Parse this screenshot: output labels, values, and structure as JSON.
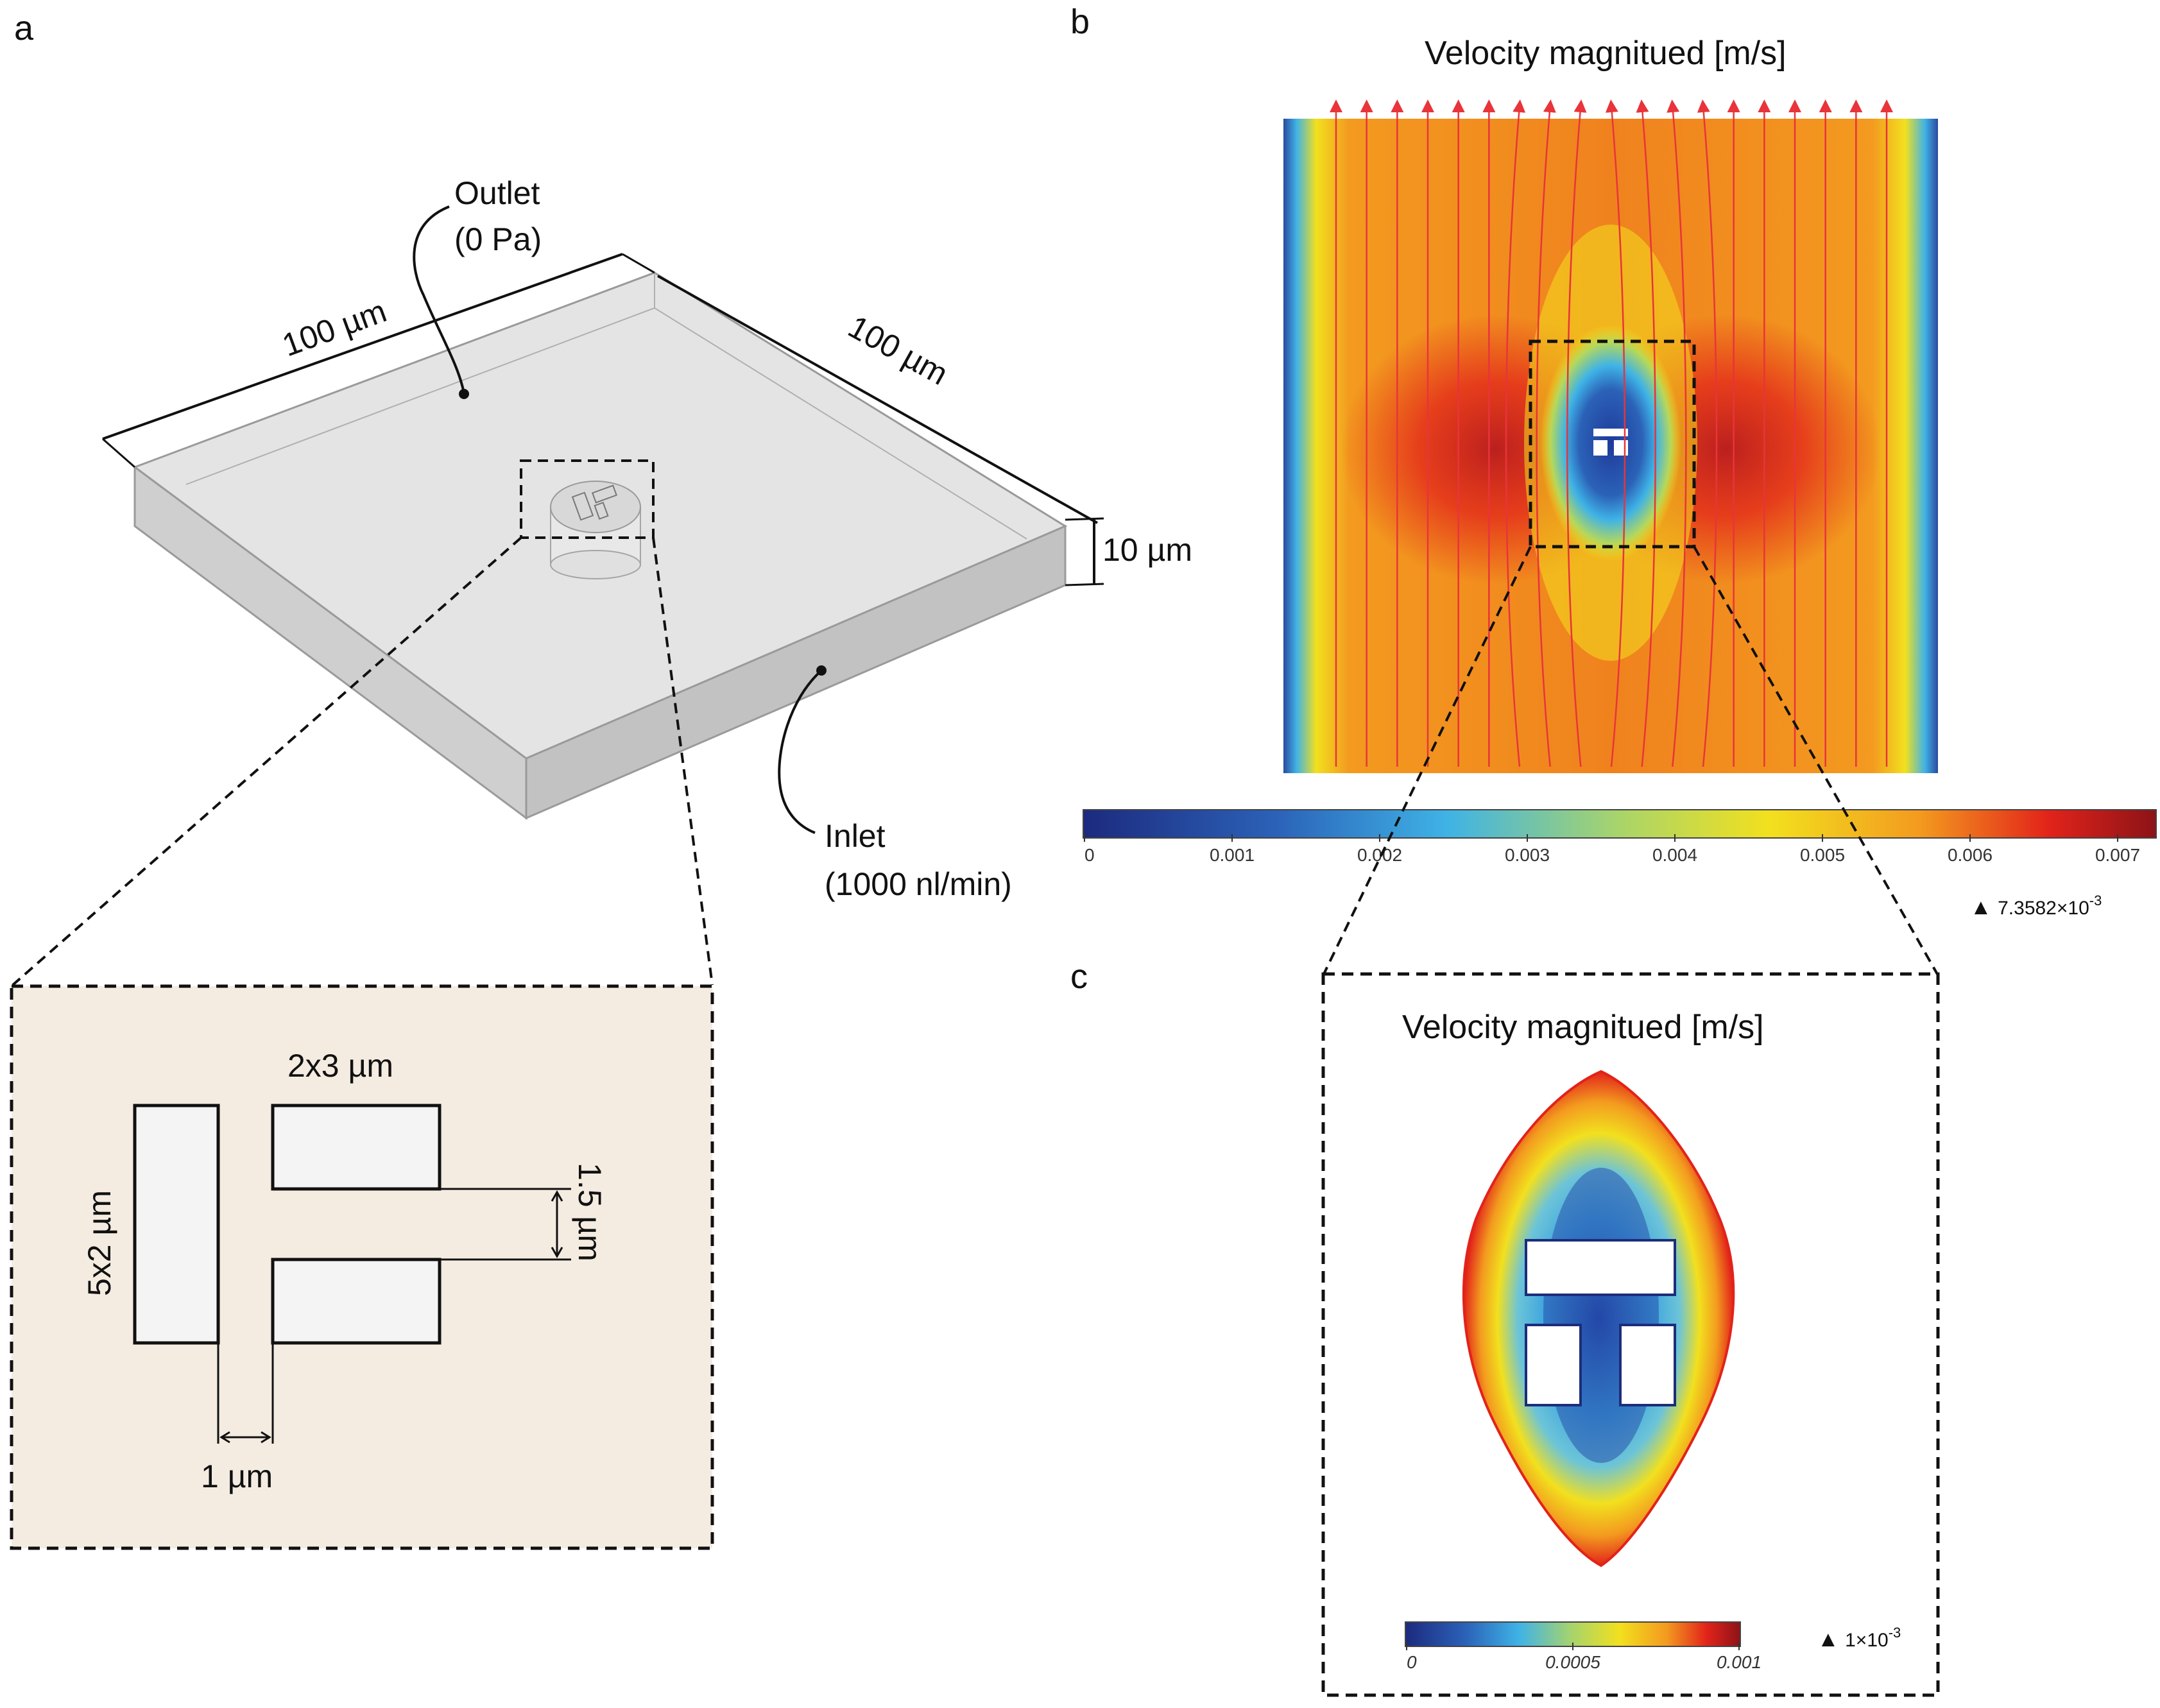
{
  "panels": {
    "a": "a",
    "b": "b",
    "c": "c"
  },
  "panel_a": {
    "outlet_label": "Outlet",
    "outlet_value": "(0 Pa)",
    "width_dim": "100 µm",
    "depth_dim": "100 µm",
    "height_dim": "10 µm",
    "inlet_label": "Inlet",
    "inlet_value": "(1000 nl/min)",
    "inset": {
      "dim_top": "2x3 µm",
      "dim_left": "5x2 µm",
      "dim_right": "1.5 µm",
      "dim_bottom": "1 µm"
    }
  },
  "panel_b": {
    "title": "Velocity magnitued [m/s]",
    "colorbar_ticks": [
      "0",
      "0.001",
      "0.002",
      "0.003",
      "0.004",
      "0.005",
      "0.006",
      "0.007"
    ],
    "max_label": "7.3582×10",
    "max_exp": "-3"
  },
  "panel_c": {
    "title": "Velocity magnitued [m/s]",
    "colorbar_ticks": [
      "0",
      "0.0005",
      "0.001"
    ],
    "max_label": "1×10",
    "max_exp": "-3"
  },
  "colors": {
    "blue": "#24409a",
    "cyan": "#3fb3e6",
    "yellow": "#f2e01e",
    "orange": "#f39a1f",
    "red": "#e2231a",
    "dark_red": "#8c1318",
    "inset_bg": "#f4ece1",
    "arrow": "#e8343a"
  }
}
